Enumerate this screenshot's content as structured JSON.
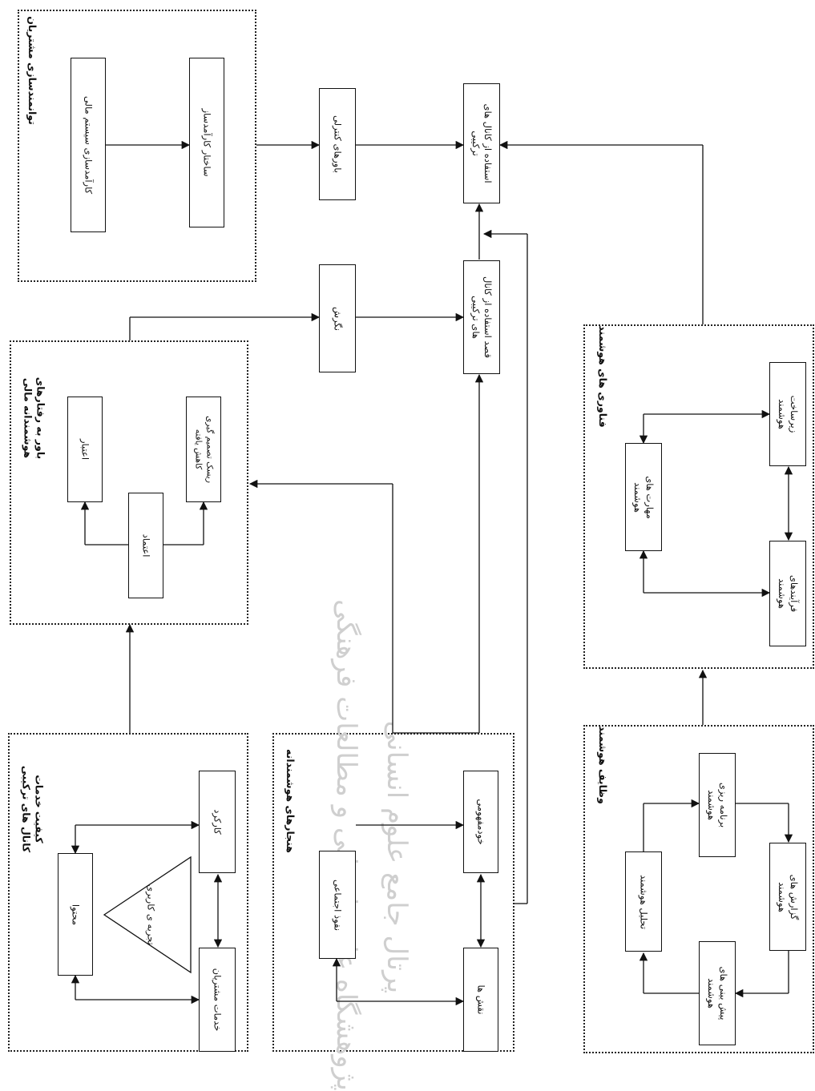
{
  "groups": {
    "empowerment": "توانمندسازی مشتریان",
    "behavior": "باور به رفتارهای هوشمندانه مالی",
    "quality": "کیفیت خدمات کانال های ترکیبی",
    "norms": "هنجارهای هوشمندانه",
    "tech": "فناوری های هوشمند",
    "duties": "وظایف هوشمند"
  },
  "boxes": {
    "financial_system_efficiency": "کارآمدسازی سیستم مالی",
    "efficient_structure": "ساختار کارآمدساز",
    "control_beliefs": "باورهای کنترلی",
    "use_hybrid": "استفاده از کانال های ترکیبی",
    "attitude": "نگرش",
    "intention": "قصد استفاده از کانال های ترکیبی",
    "credibility": "اعتبار",
    "reduced_risk": "ریسک تصمیم گیری کاهش یافته",
    "trust": "اعتماد",
    "content": "محتوا",
    "functionality": "کارکرد",
    "user_experience": "تجربه ی کاربری",
    "customer_services": "خدمات مشتریان",
    "social_influence": "نفوذ اجتماعی",
    "self_concept": "خودمفهومی",
    "roles": "نقش ها",
    "smart_skills": "مهارت های هوشمند",
    "smart_infrastructure": "زیرساخت هوشمند",
    "smart_processes": "فرآیندهای هوشمند",
    "smart_analysis": "تحلیل هوشمند",
    "smart_planning": "برنامه ریزی هوشمند",
    "smart_reports": "گزارش های هوشمند",
    "smart_forecasting": "پیش بینی های هوشمند"
  },
  "watermark": {
    "line1": "پژوهشگاه علوم انسانی و مطالعات فرهنگی",
    "line2": "پرتال جامع علوم انسانی"
  },
  "colors": {
    "line": "#111111",
    "border": "#222222",
    "watermark": "#cfcfcf"
  }
}
